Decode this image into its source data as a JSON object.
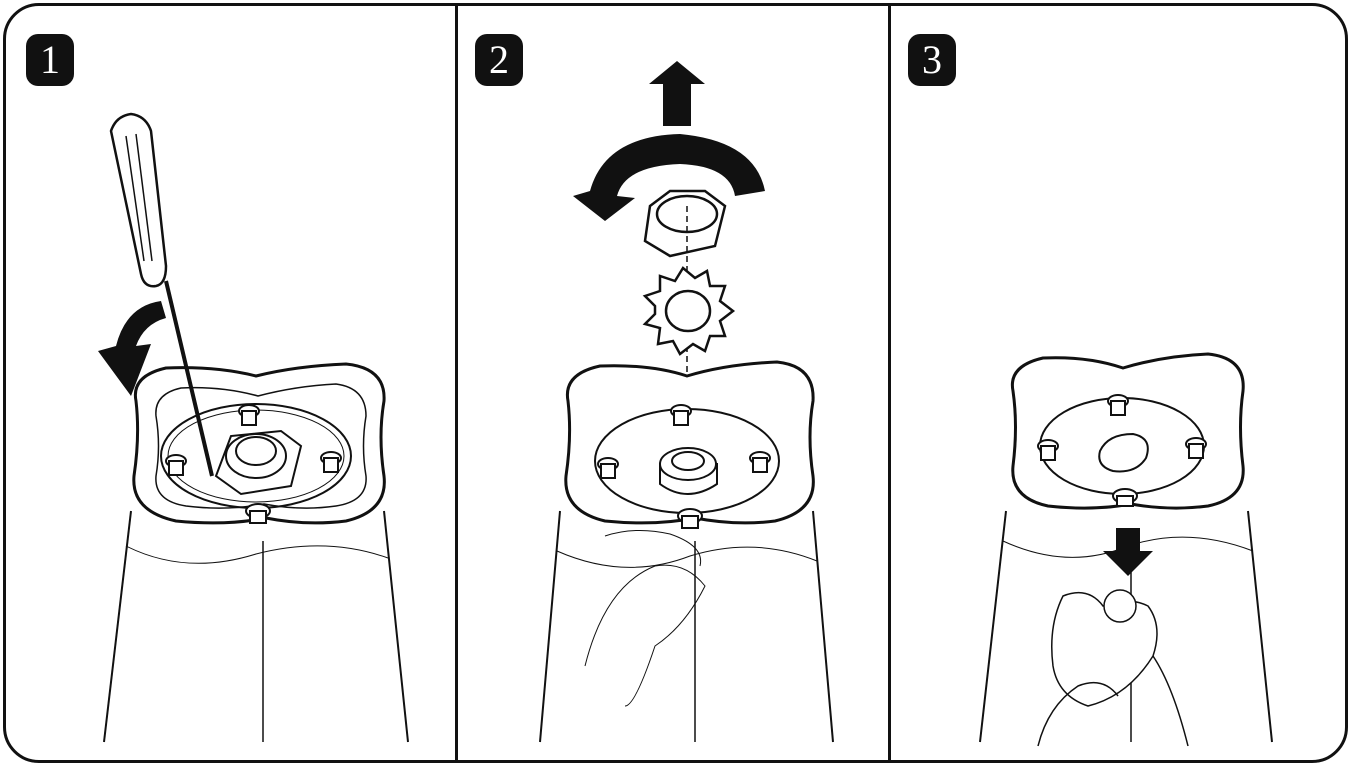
{
  "steps": [
    {
      "number": "1"
    },
    {
      "number": "2"
    },
    {
      "number": "3"
    }
  ],
  "colors": {
    "ink": "#111111",
    "paper": "#ffffff"
  },
  "icons": [
    "screwdriver-icon",
    "rotate-arrow-icon",
    "up-arrow-icon",
    "hex-nut-icon",
    "lock-washer-icon",
    "down-arrow-icon",
    "cloth-hand-icon"
  ]
}
